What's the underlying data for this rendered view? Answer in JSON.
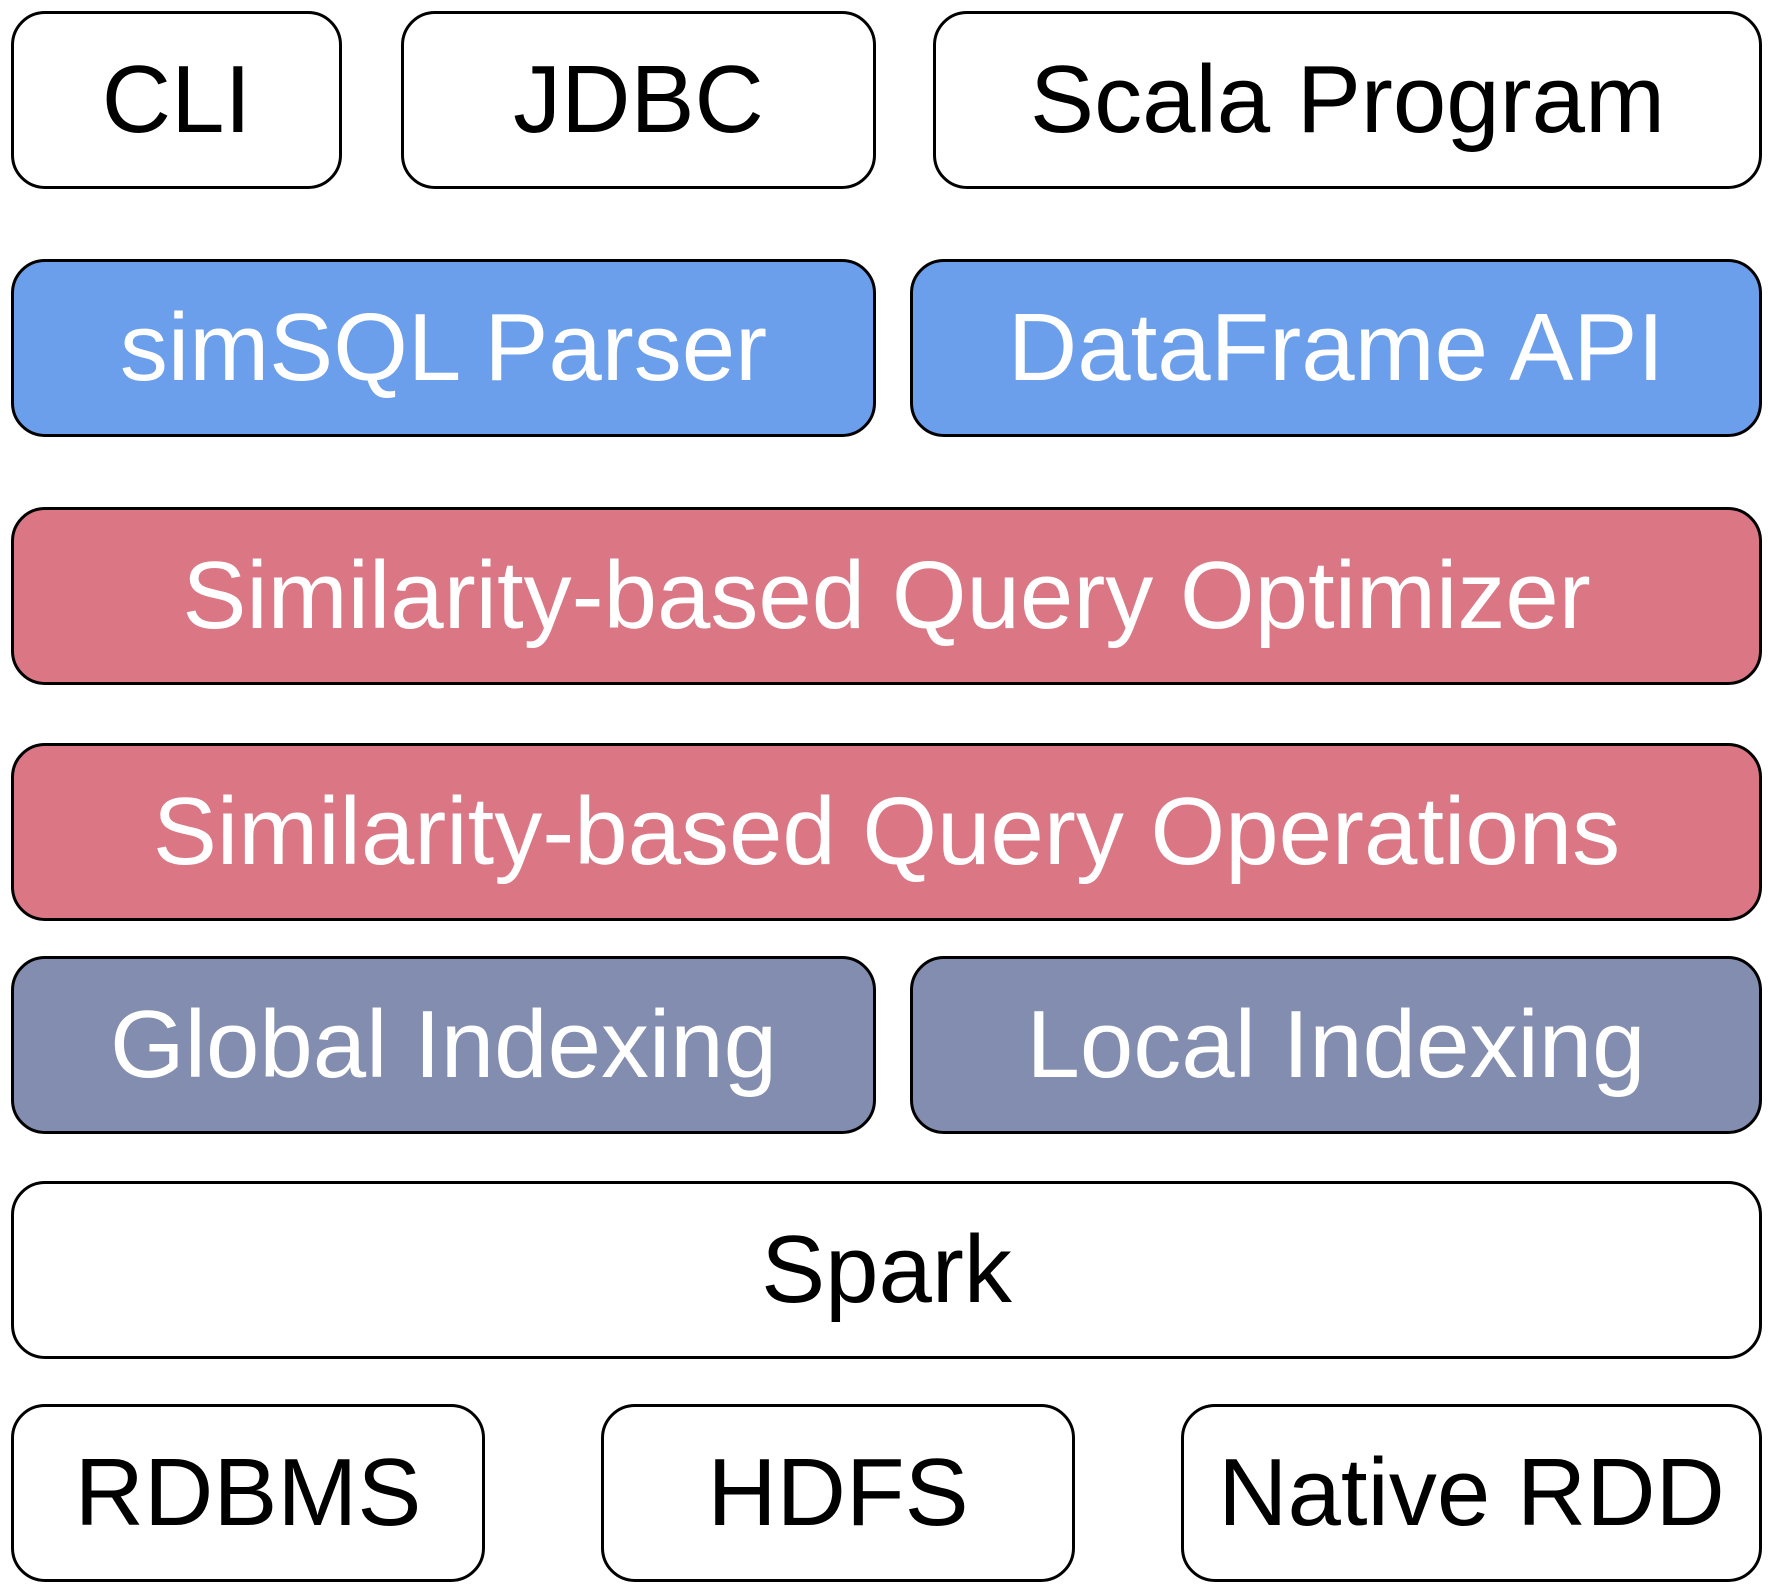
{
  "colors": {
    "interface_fill": "#ffffff",
    "parser_api_fill": "#6b9fec",
    "query_layer_fill": "#db7784",
    "indexing_fill": "#828db0",
    "border": "#000000"
  },
  "interfaces": {
    "cli": "CLI",
    "jdbc": "JDBC",
    "scala_program": "Scala Program"
  },
  "frontend": {
    "parser": "simSQL Parser",
    "dataframe_api": "DataFrame API"
  },
  "optimizer": "Similarity-based Query Optimizer",
  "operations": "Similarity-based Query Operations",
  "indexing": {
    "global": "Global Indexing",
    "local": "Local Indexing"
  },
  "engine": "Spark",
  "storage": {
    "rdbms": "RDBMS",
    "hdfs": "HDFS",
    "native_rdd": "Native RDD"
  }
}
